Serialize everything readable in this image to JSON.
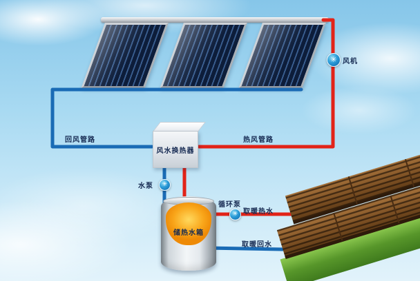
{
  "diagram": {
    "kind": "solar-air-collector-heating-system-schematic",
    "collector_panels": 3,
    "labels": {
      "fan": "风机",
      "return_air_pipe": "回风管路",
      "hot_air_pipe": "热风管路",
      "heat_exchanger": "风水换热器",
      "water_pump": "水泵",
      "storage_tank": "储热水箱",
      "circulation_pump": "循环泵",
      "heating_supply_water": "取暖热水",
      "heating_return_water": "取暖回水"
    },
    "icons": {
      "fan_glyph": "✳",
      "pump_glyph": "✳"
    },
    "colors": {
      "hot_pipe_red": "#e22318",
      "cold_pipe_blue": "#1a6bb5",
      "sky_blue": "#9fd4ef",
      "collector_navy": "#0d1d3a",
      "tank_water_orange": "#f9a61a",
      "grass_green": "#57962a",
      "wood_brown": "#7a4e22",
      "label_text": "#162a52"
    }
  }
}
